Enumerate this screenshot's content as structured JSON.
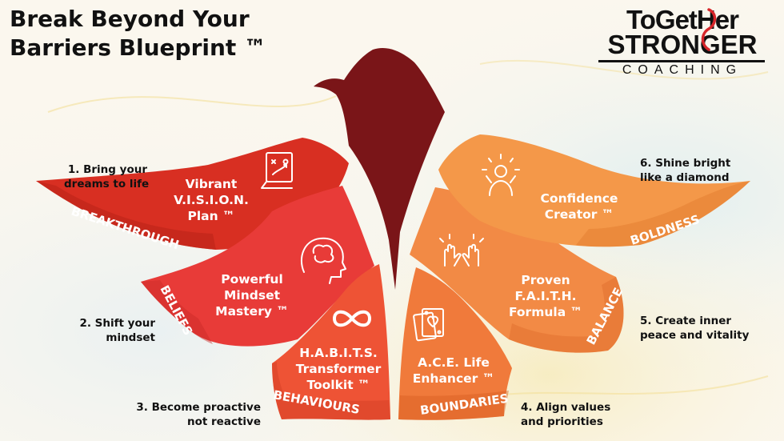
{
  "title_line1": "Break Beyond Your",
  "title_line2": "Barriers Blueprint ™",
  "logo": {
    "line1": "ToGetHer",
    "line2": "STRONGER",
    "line3": "COACHING"
  },
  "colors": {
    "head": "#7a1518",
    "breakthrough": "#d82f22",
    "beliefs": "#e83b38",
    "behaviours": "#ee5335",
    "boundaries": "#f07a3b",
    "balance": "#f28a45",
    "boldness": "#f49849"
  },
  "wings": [
    {
      "key": "breakthrough",
      "tool": [
        "Vibrant",
        "V.I.S.I.O.N.",
        "Plan ™"
      ],
      "category": "BREAKTHROUGH",
      "step": [
        "1. Bring your",
        "dreams to life"
      ],
      "icon": "vision-board-icon"
    },
    {
      "key": "beliefs",
      "tool": [
        "Powerful",
        "Mindset",
        "Mastery ™"
      ],
      "category": "BELIEFS",
      "step": [
        "2. Shift your",
        "mindset"
      ],
      "icon": "brain-head-icon"
    },
    {
      "key": "behaviours",
      "tool": [
        "H.A.B.I.T.S.",
        "Transformer",
        "Toolkit ™"
      ],
      "category": "BEHAVIOURS",
      "step": [
        "3. Become proactive",
        "not reactive"
      ],
      "icon": "infinity-icon"
    },
    {
      "key": "boundaries",
      "tool": [
        "A.C.E. Life",
        "Enhancer ™"
      ],
      "category": "BOUNDARIES",
      "step": [
        "4. Align values",
        "and priorities"
      ],
      "icon": "heart-cards-icon"
    },
    {
      "key": "balance",
      "tool": [
        "Proven",
        "F.A.I.T.H.",
        "Formula ™"
      ],
      "category": "BALANCE",
      "step": [
        "5. Create inner",
        "peace and vitality"
      ],
      "icon": "raised-hands-icon"
    },
    {
      "key": "boldness",
      "tool": [
        "Confidence",
        "Creator ™"
      ],
      "category": "BOLDNESS",
      "step": [
        "6. Shine bright",
        "like a diamond"
      ],
      "icon": "shining-person-icon"
    }
  ]
}
